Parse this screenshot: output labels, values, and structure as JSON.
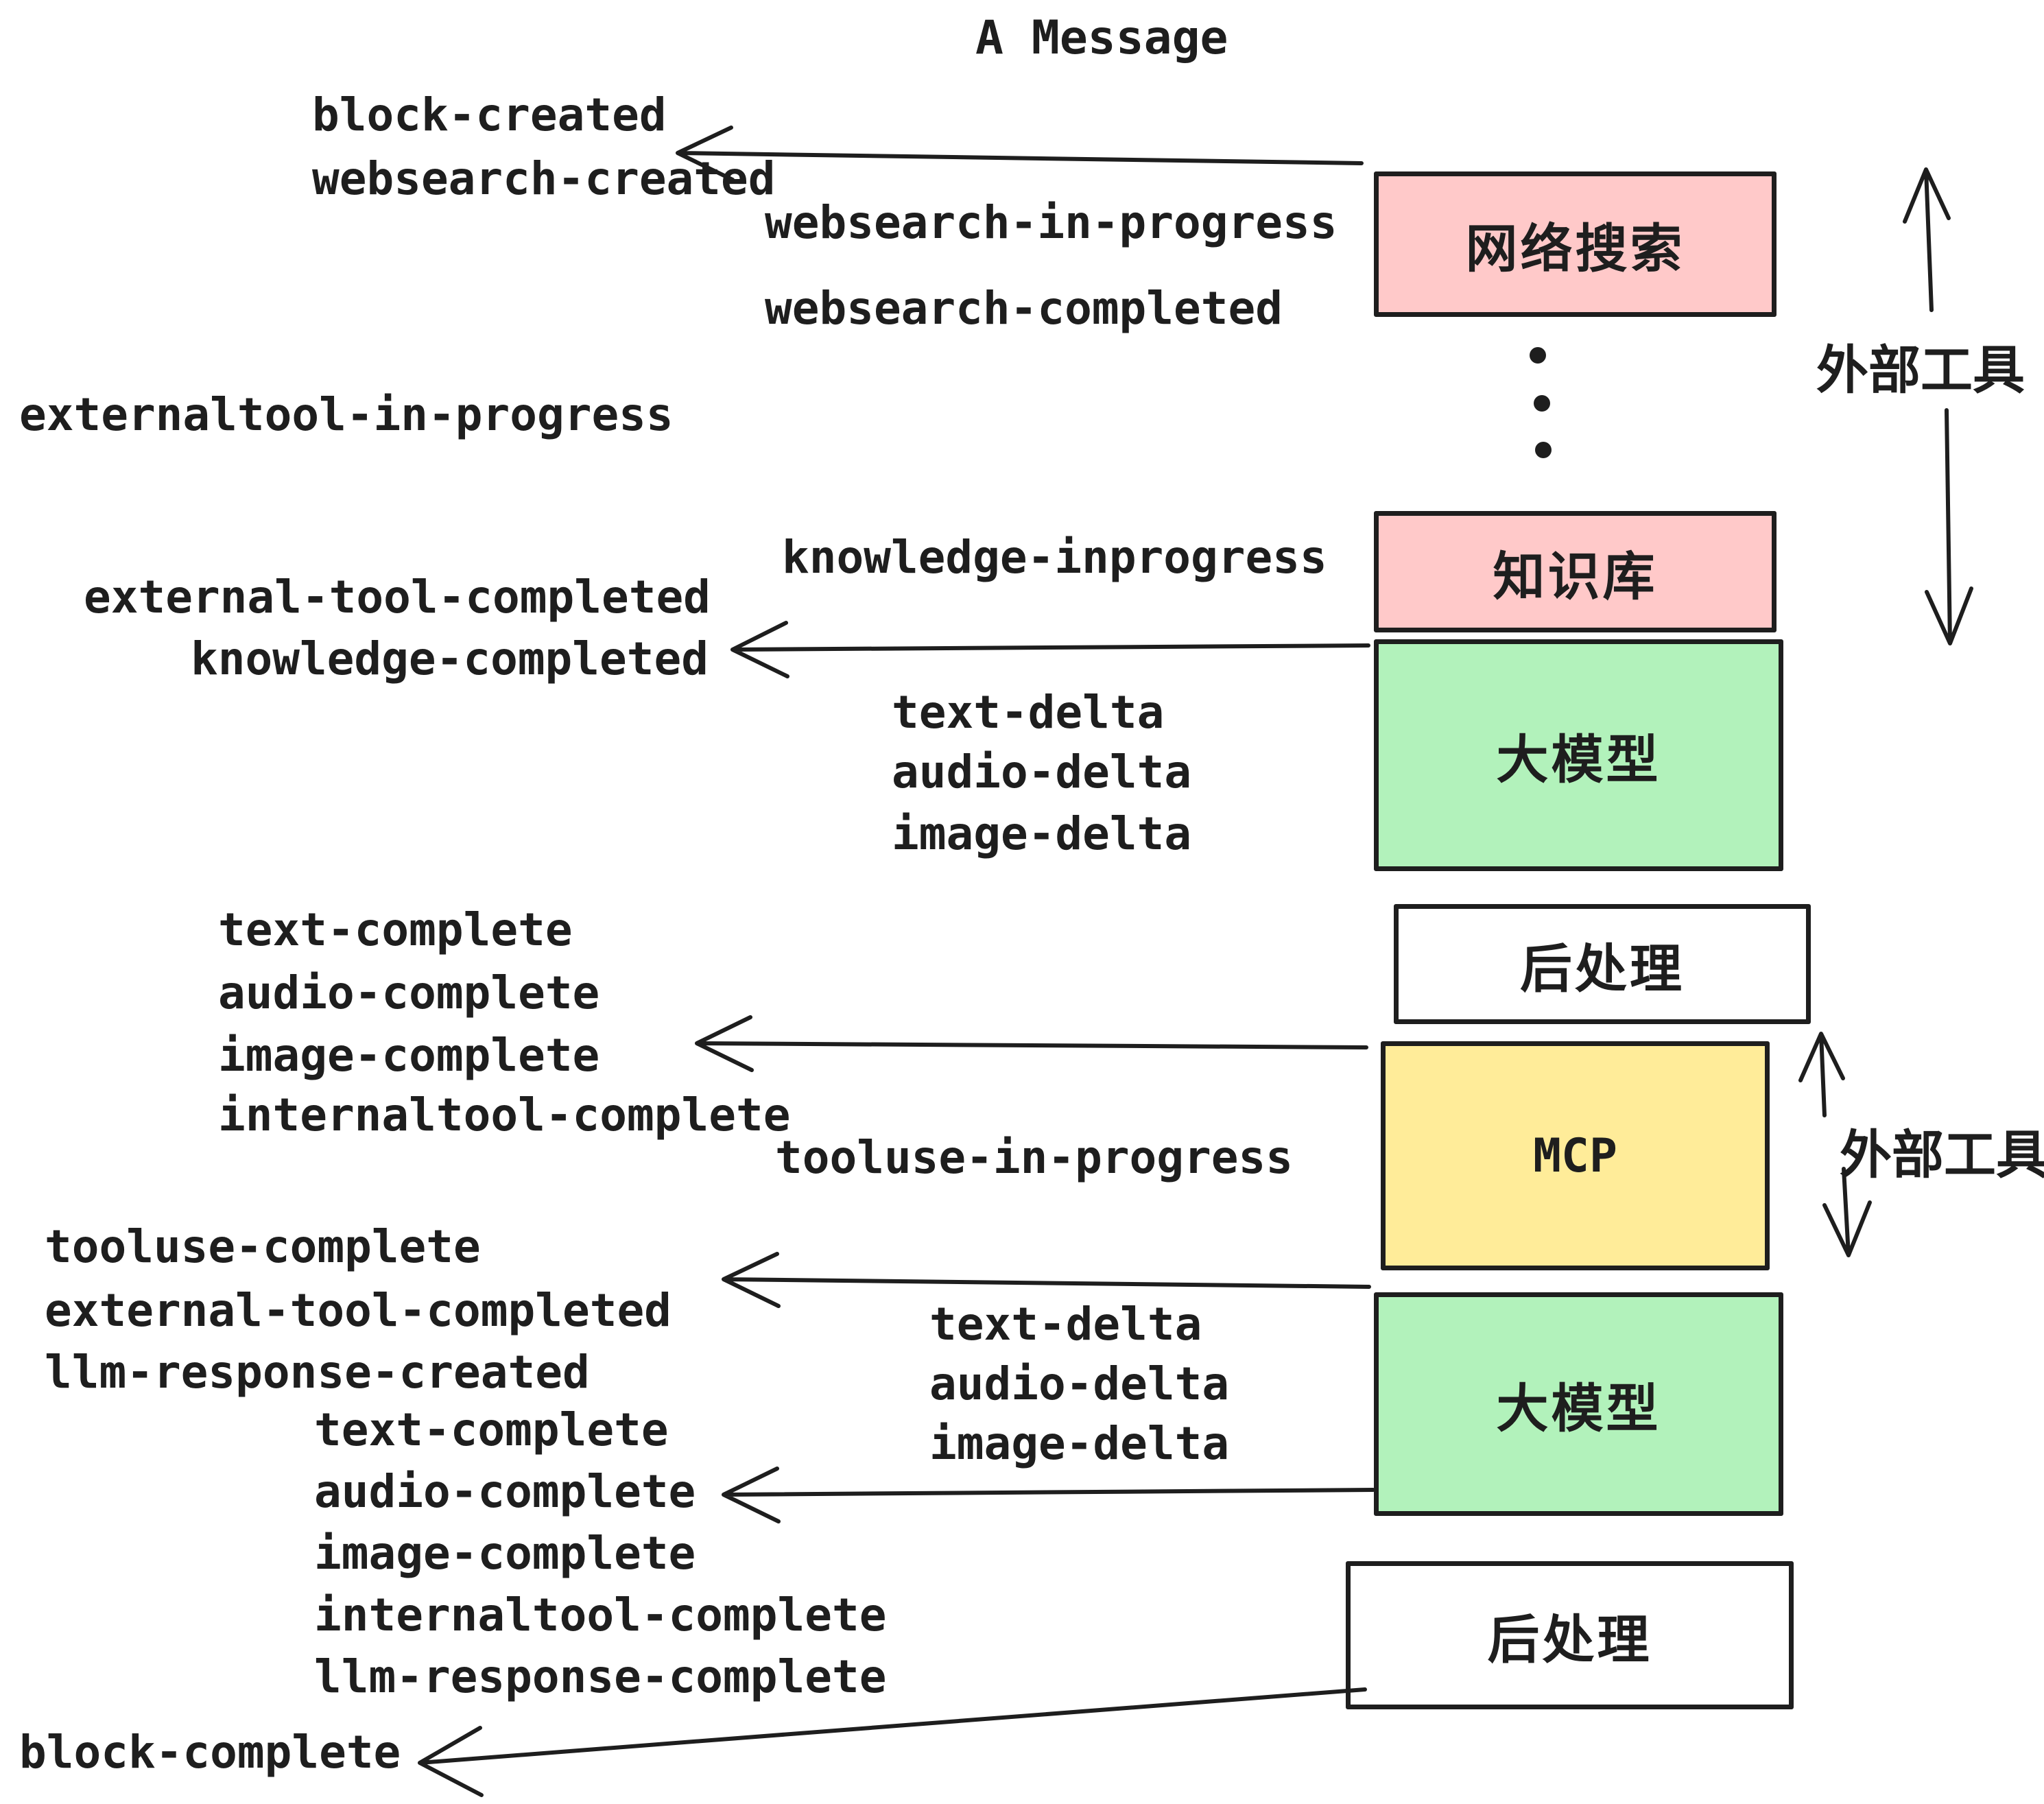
{
  "title": "A Message",
  "colors": {
    "ink": "#1e1e1e",
    "box_pink": "#ffc9c9",
    "box_green": "#b2f2bb",
    "box_yellow": "#ffec99",
    "box_white": "#ffffff"
  },
  "boxes": {
    "websearch": {
      "label": "网络搜索",
      "fill": "#ffc9c9"
    },
    "knowledge": {
      "label": "知识库",
      "fill": "#ffc9c9"
    },
    "llm_1": {
      "label": "大模型",
      "fill": "#b2f2bb"
    },
    "post_1": {
      "label": "后处理",
      "fill": "#ffffff"
    },
    "mcp": {
      "label": "MCP",
      "fill": "#ffec99"
    },
    "llm_2": {
      "label": "大模型",
      "fill": "#b2f2bb"
    },
    "post_2": {
      "label": "后处理",
      "fill": "#ffffff"
    }
  },
  "events": {
    "block_created": "block-created",
    "websearch_created": "websearch-created",
    "websearch_in_progress": "websearch-in-progress",
    "websearch_completed": "websearch-completed",
    "externaltool_in_progress": "externaltool-in-progress",
    "knowledge_inprogress": "knowledge-inprogress",
    "external_tool_completed_1": "external-tool-completed",
    "knowledge_completed": "knowledge-completed",
    "text_delta_1": "text-delta",
    "audio_delta_1": "audio-delta",
    "image_delta_1": "image-delta",
    "text_complete_1": "text-complete",
    "audio_complete_1": "audio-complete",
    "image_complete_1": "image-complete",
    "internaltool_complete_1": "internaltool-complete",
    "tooluse_in_progress": "tooluse-in-progress",
    "tooluse_complete": "tooluse-complete",
    "external_tool_completed_2": "external-tool-completed",
    "llm_response_created": "llm-response-created",
    "text_complete_2": "text-complete",
    "audio_complete_2": "audio-complete",
    "image_complete_2": "image-complete",
    "internaltool_complete_2": "internaltool-complete",
    "llm_response_complete": "llm-response-complete",
    "block_complete": "block-complete"
  },
  "side_annotations": {
    "external_tools_1": "外部工具",
    "external_tools_2": "外部工具"
  }
}
